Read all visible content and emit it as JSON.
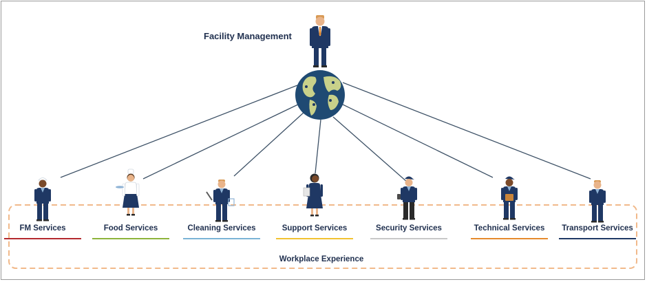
{
  "diagram": {
    "title": "Facility Management",
    "group_label": "Workplace Experience",
    "hub_icon": "globe-icon",
    "top_icon": "manager-person-icon",
    "services": [
      {
        "label": "FM Services",
        "underline_color": "#b3282d",
        "icon": "worker-cap-person-icon"
      },
      {
        "label": "Food Services",
        "underline_color": "#8db33a",
        "icon": "chef-person-icon"
      },
      {
        "label": "Cleaning Services",
        "underline_color": "#7ab3d6",
        "icon": "cleaner-person-icon"
      },
      {
        "label": "Support Services",
        "underline_color": "#f2c230",
        "icon": "receptionist-person-icon"
      },
      {
        "label": "Security Services",
        "underline_color": "#c8c8c8",
        "icon": "security-guard-person-icon"
      },
      {
        "label": "Technical Services",
        "underline_color": "#e58a2c",
        "icon": "technician-person-icon"
      },
      {
        "label": "Transport Services",
        "underline_color": "#1f3864",
        "icon": "driver-person-icon"
      }
    ]
  },
  "colors": {
    "navy": "#1f3864",
    "line": "#3d5166",
    "dash": "#f1b98a",
    "globe_ocean": "#1f4a73",
    "globe_land": "#c8d18a",
    "skin": "#e9b48a",
    "hair": "#d89a55"
  }
}
